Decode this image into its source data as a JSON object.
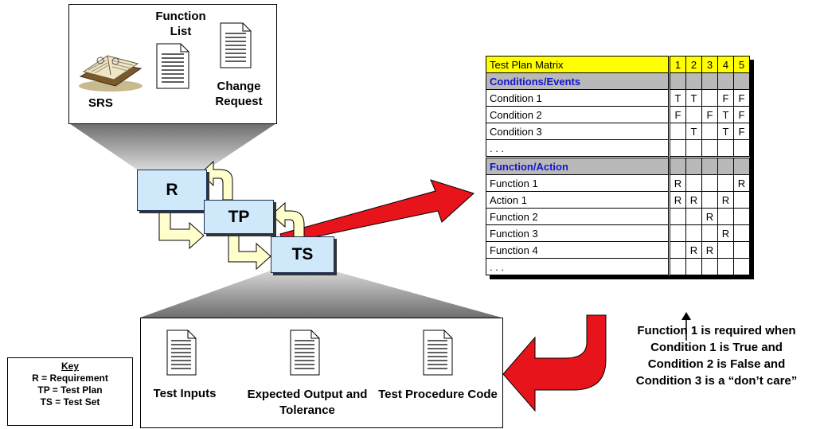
{
  "inputs": {
    "srs_label": "SRS",
    "function_list_label": "Function List",
    "change_request_label": "Change Request"
  },
  "stages": {
    "r": "R",
    "tp": "TP",
    "ts": "TS"
  },
  "outputs": {
    "test_inputs": "Test Inputs",
    "expected_output": "Expected Output and Tolerance",
    "test_procedure": "Test Procedure Code"
  },
  "key": {
    "title": "Key",
    "lines": [
      "R = Requirement",
      "TP = Test Plan",
      "TS = Test Set"
    ]
  },
  "matrix": {
    "title": "Test Plan Matrix",
    "columns": [
      "1",
      "2",
      "3",
      "4",
      "5"
    ],
    "sections": [
      {
        "label": "Conditions/Events",
        "rows": [
          {
            "label": "Condition 1",
            "cells": [
              "T",
              "T",
              "",
              "F",
              "F"
            ]
          },
          {
            "label": "Condition 2",
            "cells": [
              "F",
              "",
              "F",
              "T",
              "F"
            ]
          },
          {
            "label": "Condition 3",
            "cells": [
              "",
              "T",
              "",
              "T",
              "F"
            ]
          },
          {
            "label": ". . .",
            "cells": [
              "",
              "",
              "",
              "",
              ""
            ]
          }
        ]
      },
      {
        "label": "Function/Action",
        "rows": [
          {
            "label": "Function 1",
            "cells": [
              "R",
              "",
              "",
              "",
              "R"
            ]
          },
          {
            "label": "Action 1",
            "cells": [
              "R",
              "R",
              "",
              "R",
              ""
            ]
          },
          {
            "label": "Function 2",
            "cells": [
              "",
              "",
              "R",
              "",
              ""
            ]
          },
          {
            "label": "Function 3",
            "cells": [
              "",
              "",
              "",
              "R",
              ""
            ]
          },
          {
            "label": "Function 4",
            "cells": [
              "",
              "R",
              "R",
              "",
              ""
            ]
          },
          {
            "label": ". . .",
            "cells": [
              "",
              "",
              "",
              "",
              ""
            ]
          }
        ]
      }
    ]
  },
  "annotation": {
    "lines": [
      "Function 1 is required when",
      "Condition 1 is True and",
      "Condition 2 is False and",
      "Condition 3 is a “don’t care”"
    ]
  },
  "colors": {
    "stage_fill": "#cfe9fb",
    "arrow_red": "#e8141c",
    "curved_arrow_fill": "#ffffcc",
    "matrix_header": "#ffff00",
    "section_fill": "#b9b9b9",
    "section_text": "#1414cc"
  }
}
